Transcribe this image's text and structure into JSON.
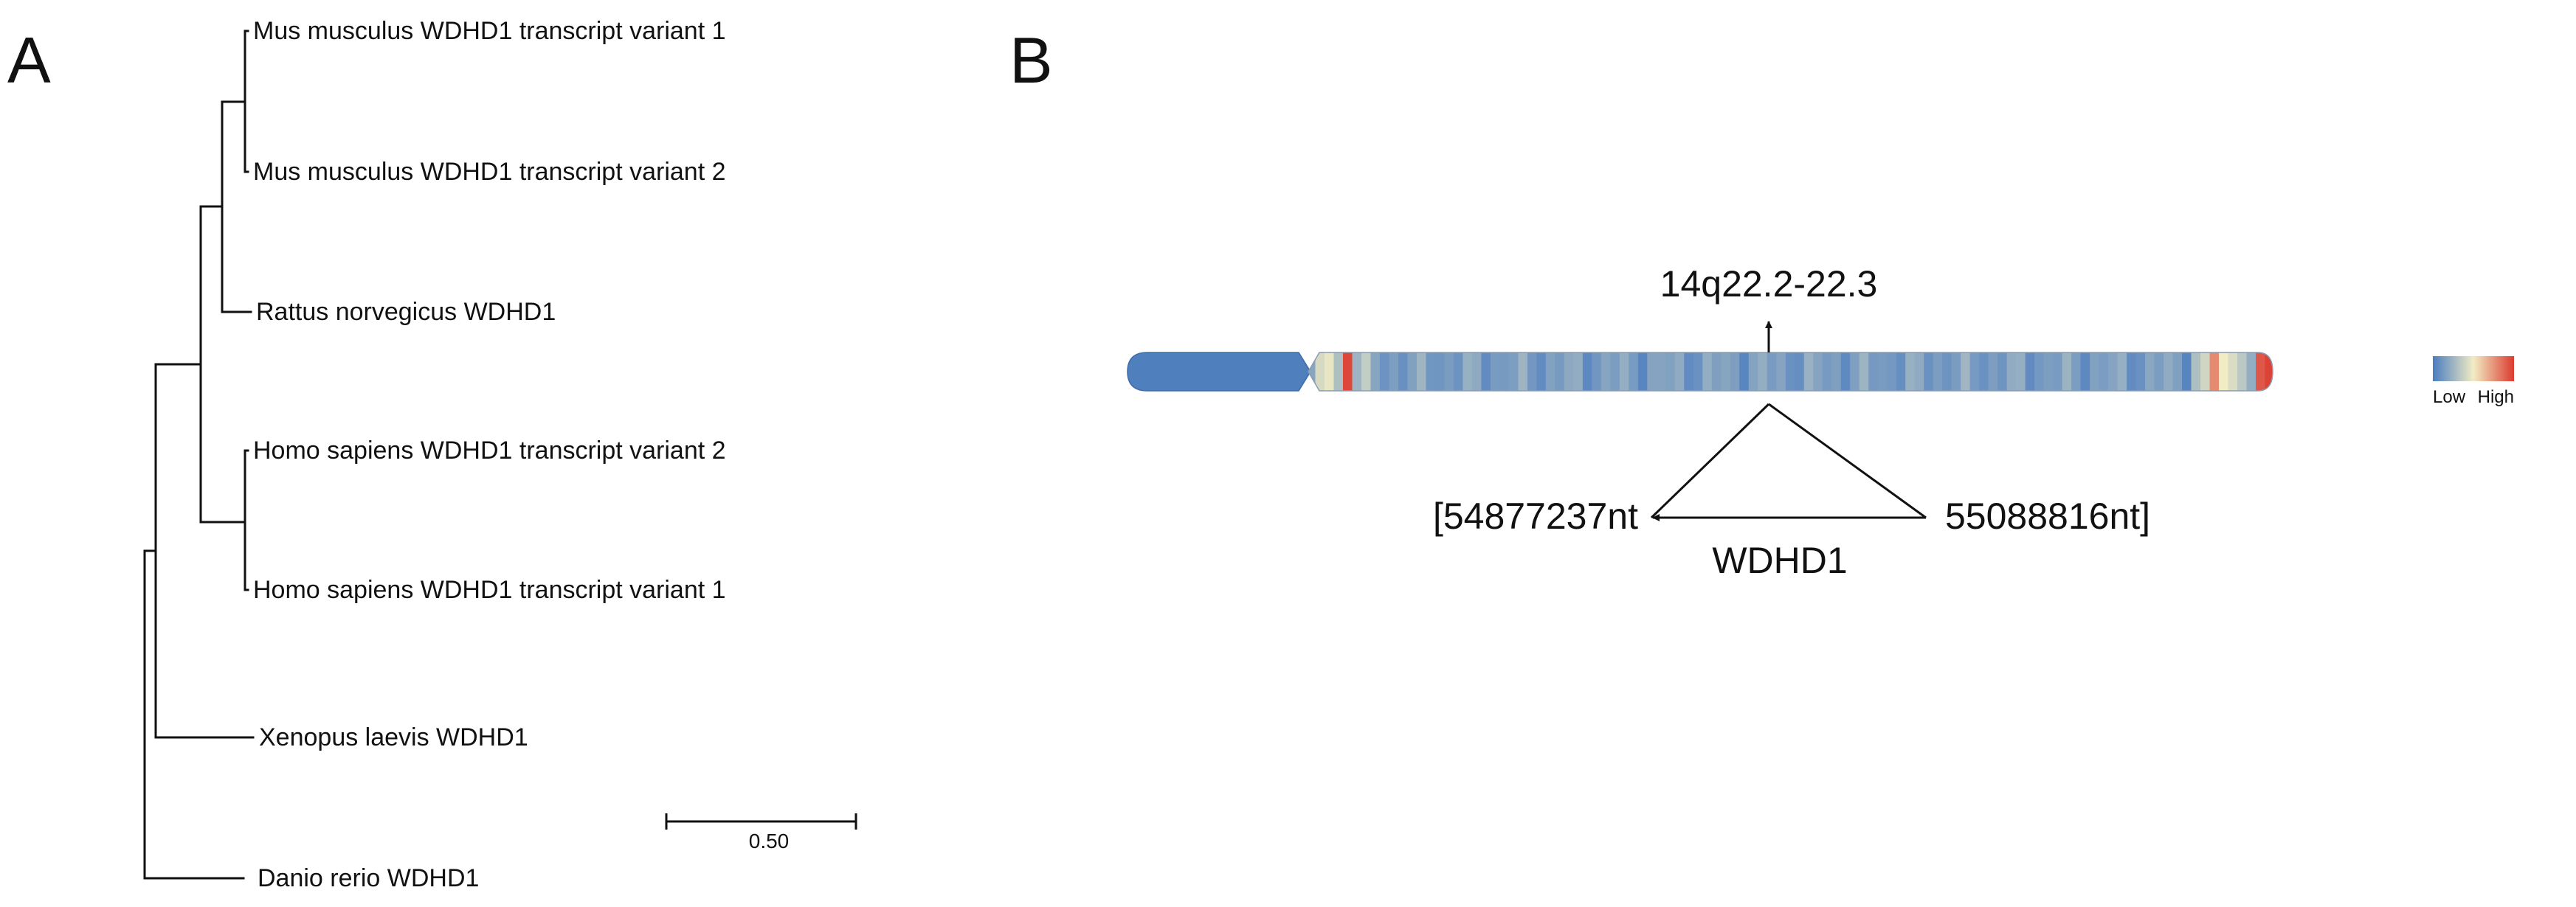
{
  "panel_a": {
    "label": "A",
    "taxa": [
      "Mus musculus WDHD1 transcript variant 1",
      "Mus musculus WDHD1 transcript variant 2",
      "Rattus norvegicus WDHD1",
      "Homo sapiens WDHD1 transcript variant 2",
      "Homo sapiens WDHD1 transcript variant 1",
      "Xenopus laevis WDHD1",
      "Danio rerio WDHD1"
    ],
    "scale_bar_label": "0.50"
  },
  "panel_b": {
    "label": "B",
    "band_label": "14q22.2-22.3",
    "start_label": "[54877237nt",
    "end_label": "55088816nt]",
    "gene_label": "WDHD1",
    "legend_low": "Low",
    "legend_high": "High",
    "colors": {
      "arm": "#4f7fbd",
      "low": "#4a7cc0",
      "mid": "#f1ecc4",
      "high": "#dc3b30"
    }
  }
}
